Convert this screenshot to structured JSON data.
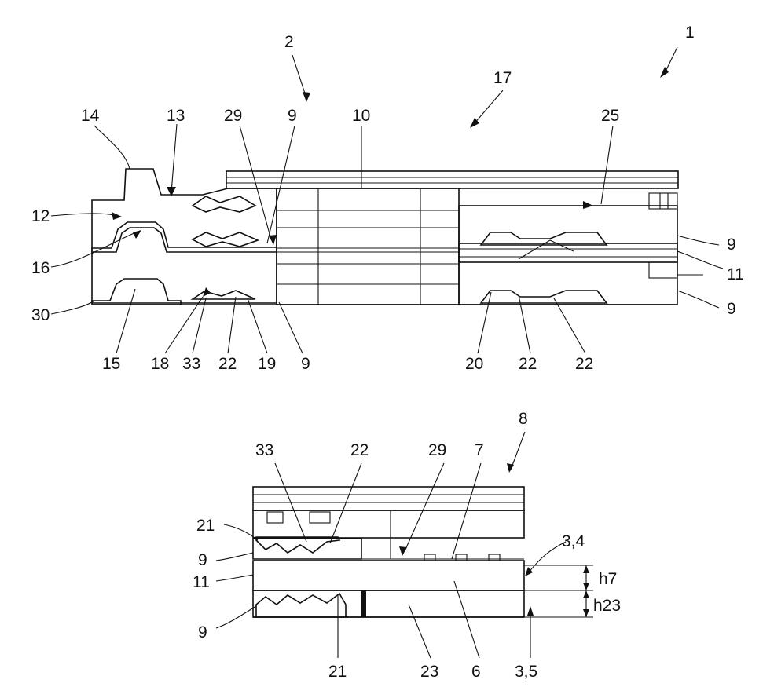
{
  "figure": {
    "top_labels": {
      "l1": "1",
      "l2": "2",
      "l17": "17",
      "l14": "14",
      "l13": "13",
      "l29": "29",
      "l9a": "9",
      "l10": "10",
      "l25": "25",
      "l12": "12",
      "l16": "16",
      "l30": "30",
      "l9r1": "9",
      "l11": "11",
      "l9r2": "9",
      "l15": "15",
      "l18": "18",
      "l33": "33",
      "l22a": "22",
      "l19": "19",
      "l9b": "9",
      "l20": "20",
      "l22b": "22",
      "l22c": "22"
    },
    "bottom_labels": {
      "l8": "8",
      "l33": "33",
      "l22": "22",
      "l29": "29",
      "l7": "7",
      "l21a": "21",
      "l34": "3,4",
      "l9a": "9",
      "lh7": "h7",
      "l11": "11",
      "lh23": "h23",
      "l9b": "9",
      "l21b": "21",
      "l23": "23",
      "l6": "6",
      "l35": "3,5"
    }
  }
}
